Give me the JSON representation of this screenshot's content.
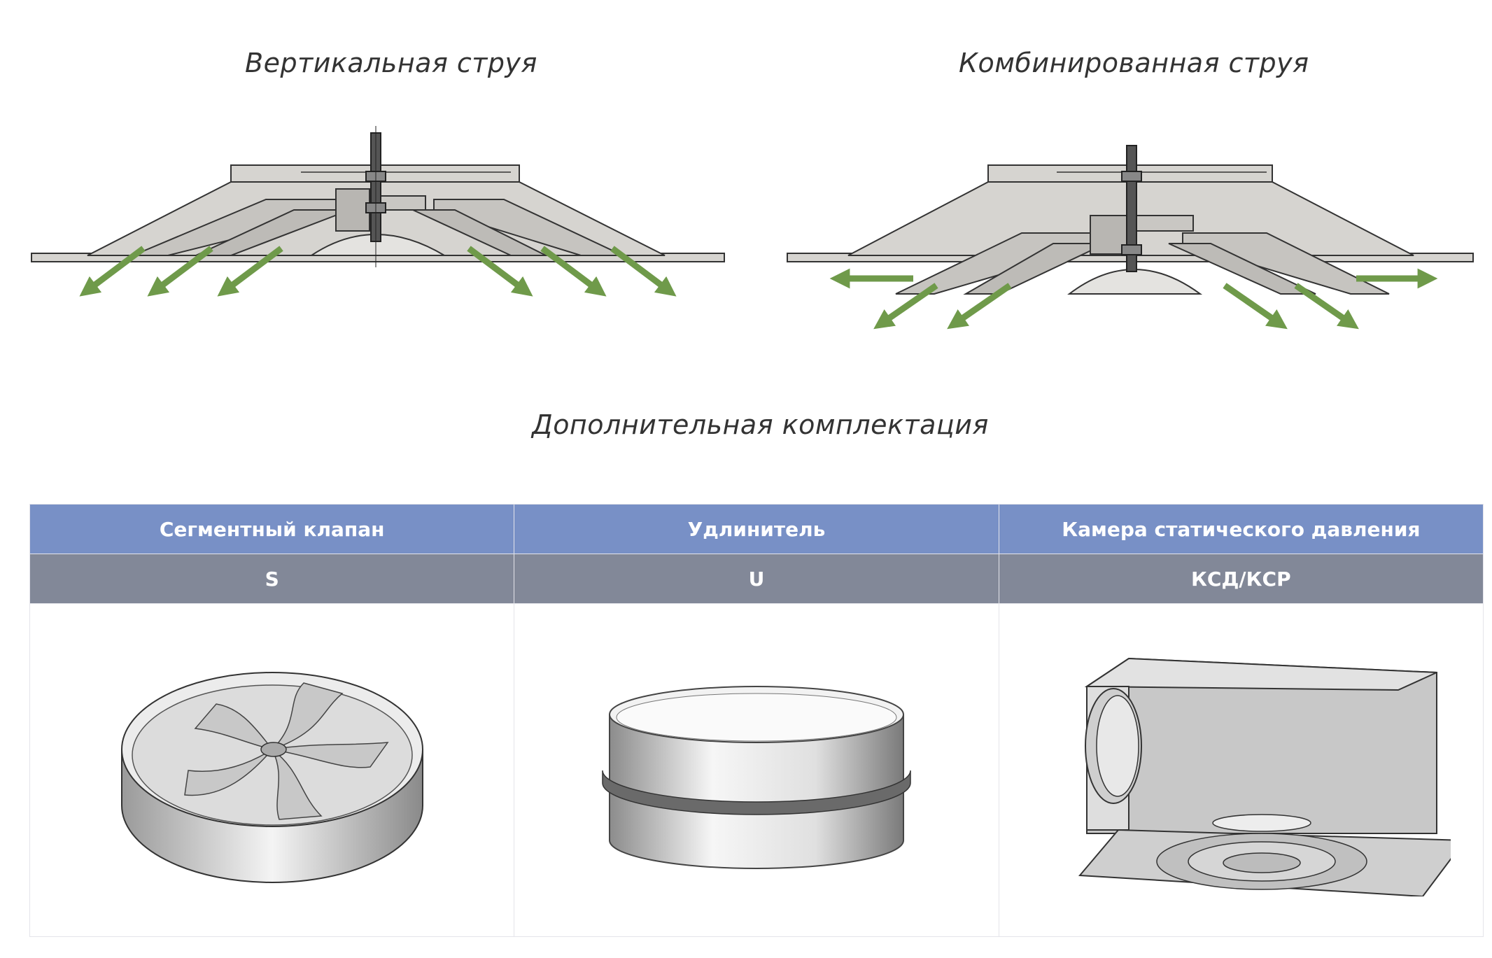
{
  "captions": {
    "vertical": "Вертикальная струя",
    "combined": "Комбинированная струя",
    "extra": "Дополнительная комплектация"
  },
  "table": {
    "headers": [
      "Сегментный клапан",
      "Удлинитель",
      "Камера статического давления"
    ],
    "codes": [
      "S",
      "U",
      "КСД/КСР"
    ]
  },
  "colors": {
    "header_bg": "#7890c6",
    "code_bg": "#828898",
    "arrow": "#6f9a4a",
    "metal": "#d6d4d0"
  }
}
